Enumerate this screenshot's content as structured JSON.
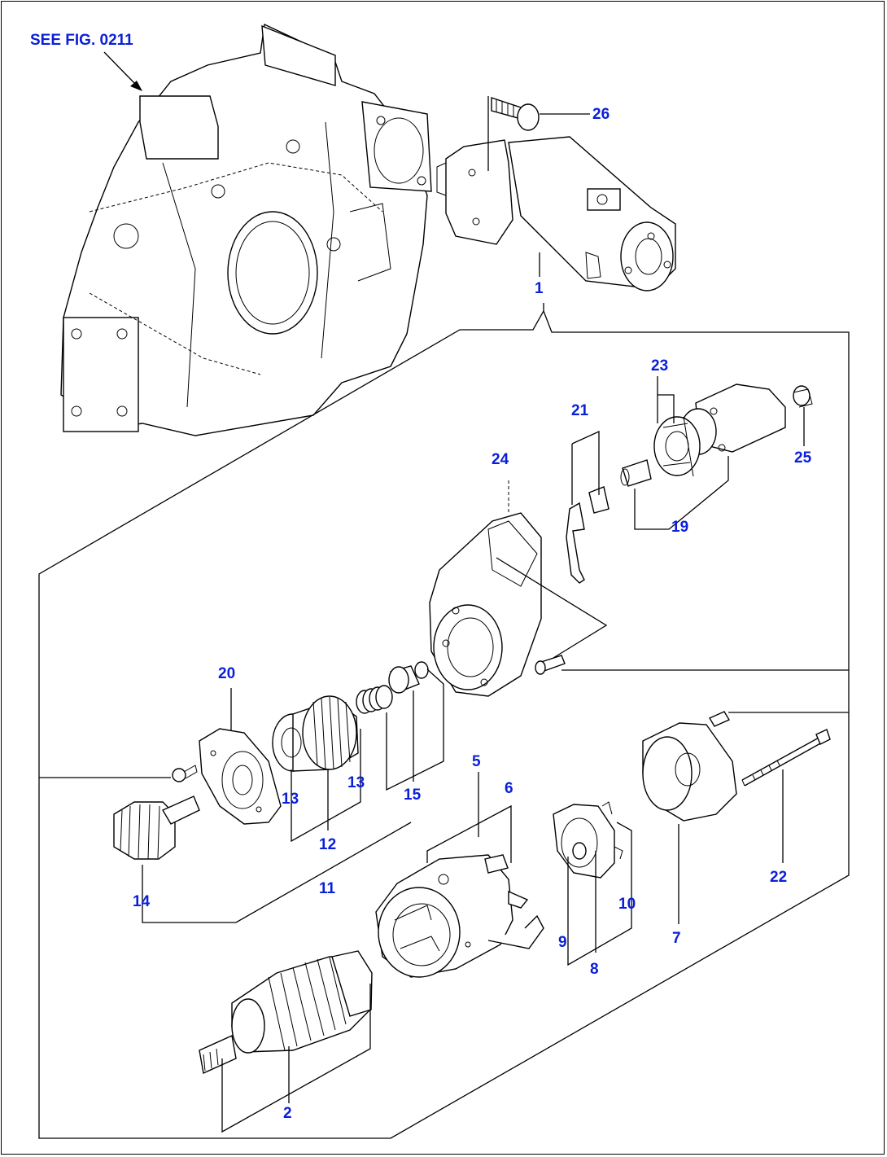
{
  "reference": "SEE FIG. 0211",
  "callouts": {
    "c1": "1",
    "c2": "2",
    "c5": "5",
    "c6": "6",
    "c7": "7",
    "c8": "8",
    "c9": "9",
    "c10": "10",
    "c11": "11",
    "c12": "12",
    "c13a": "13",
    "c13b": "13",
    "c14": "14",
    "c15": "15",
    "c19": "19",
    "c20": "20",
    "c21": "21",
    "c22": "22",
    "c23": "23",
    "c24": "24",
    "c25": "25",
    "c26": "26"
  },
  "colors": {
    "label": "#0a1fd8",
    "line": "#000000",
    "background": "#ffffff"
  }
}
